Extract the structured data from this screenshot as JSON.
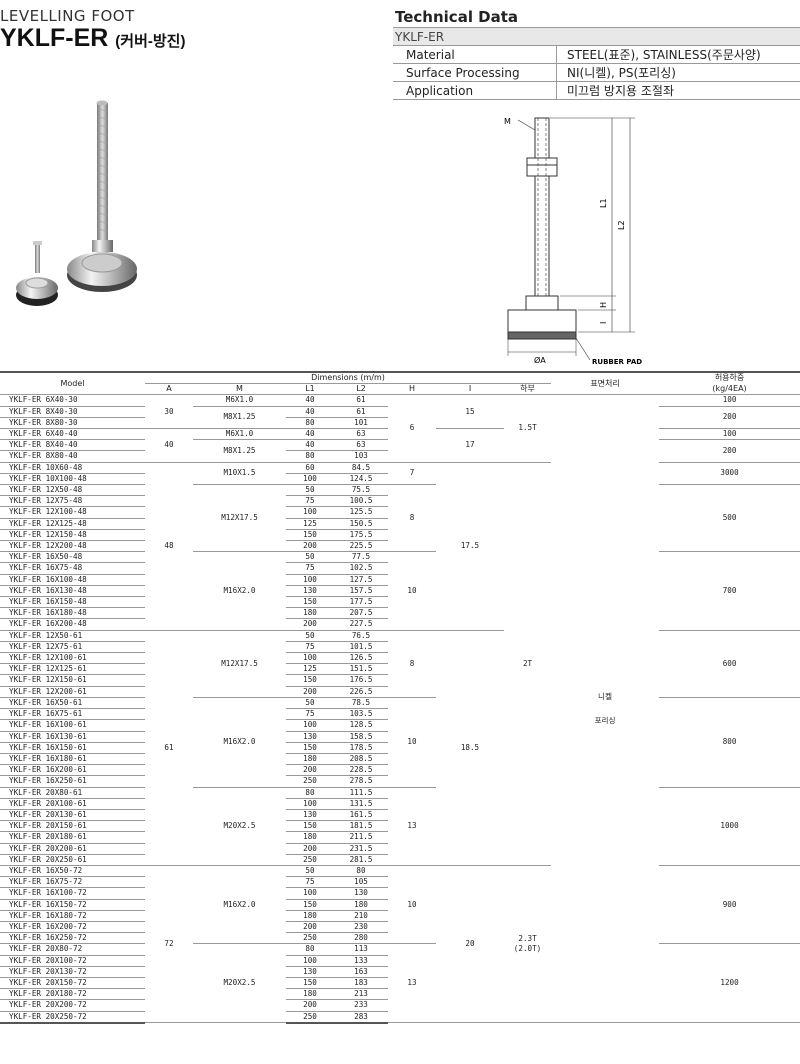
{
  "header": {
    "category": "LEVELLING FOOT",
    "model": "YKLF-ER",
    "subtitle": "(커버-방진)"
  },
  "technical": {
    "title": "Technical Data",
    "series": "YKLF-ER",
    "rows": [
      {
        "key": "Material",
        "value": "STEEL(표준), STAINLESS(주문사양)"
      },
      {
        "key": "Surface Processing",
        "value": "NI(니켈), PS(포리싱)"
      },
      {
        "key": "Application",
        "value": "미끄럼 방지용 조절좌"
      }
    ]
  },
  "drawing": {
    "m": "M",
    "l1": "L1",
    "l2": "L2",
    "h": "H",
    "i": "I",
    "a": "ØA",
    "pad": "RUBBER PAD"
  },
  "table": {
    "model": "Model",
    "dimensions": "Dimensions (m/m)",
    "cols": [
      "A",
      "M",
      "L1",
      "L2",
      "H",
      "I",
      "하부"
    ],
    "surface": "표면처리",
    "load": "허용하중",
    "load_unit": "(kg/4EA)",
    "rows": [
      [
        "YKLF-ER 6X40-30",
        "M6X1.0",
        "40",
        "61"
      ],
      [
        "YKLF-ER 8X40-30",
        "M8X1.25",
        "40",
        "61"
      ],
      [
        "YKLF-ER 8X80-30",
        "",
        "80",
        "101"
      ],
      [
        "YKLF-ER 6X40-40",
        "M6X1.0",
        "40",
        "63"
      ],
      [
        "YKLF-ER 8X40-40",
        "M8X1.25",
        "40",
        "63"
      ],
      [
        "YKLF-ER 8X80-40",
        "",
        "80",
        "103"
      ],
      [
        "YKLF-ER 10X60-48",
        "M10X1.5",
        "60",
        "84.5"
      ],
      [
        "YKLF-ER 10X100-48",
        "",
        "100",
        "124.5"
      ],
      [
        "YKLF-ER 12X50-48",
        "",
        "50",
        "75.5"
      ],
      [
        "YKLF-ER 12X75-48",
        "",
        "75",
        "100.5"
      ],
      [
        "YKLF-ER 12X100-48",
        "M12X17.5",
        "100",
        "125.5"
      ],
      [
        "YKLF-ER 12X125-48",
        "",
        "125",
        "150.5"
      ],
      [
        "YKLF-ER 12X150-48",
        "",
        "150",
        "175.5"
      ],
      [
        "YKLF-ER 12X200-48",
        "",
        "200",
        "225.5"
      ],
      [
        "YKLF-ER 16X50-48",
        "",
        "50",
        "77.5"
      ],
      [
        "YKLF-ER 16X75-48",
        "",
        "75",
        "102.5"
      ],
      [
        "YKLF-ER 16X100-48",
        "",
        "100",
        "127.5"
      ],
      [
        "YKLF-ER 16X130-48",
        "M16X2.0",
        "130",
        "157.5"
      ],
      [
        "YKLF-ER 16X150-48",
        "",
        "150",
        "177.5"
      ],
      [
        "YKLF-ER 16X180-48",
        "",
        "180",
        "207.5"
      ],
      [
        "YKLF-ER 16X200-48",
        "",
        "200",
        "227.5"
      ],
      [
        "YKLF-ER 12X50-61",
        "",
        "50",
        "76.5"
      ],
      [
        "YKLF-ER 12X75-61",
        "",
        "75",
        "101.5"
      ],
      [
        "YKLF-ER 12X100-61",
        "M12X17.5",
        "100",
        "126.5"
      ],
      [
        "YKLF-ER 12X125-61",
        "",
        "125",
        "151.5"
      ],
      [
        "YKLF-ER 12X150-61",
        "",
        "150",
        "176.5"
      ],
      [
        "YKLF-ER 12X200-61",
        "",
        "200",
        "226.5"
      ],
      [
        "YKLF-ER 16X50-61",
        "",
        "50",
        "78.5"
      ],
      [
        "YKLF-ER 16X75-61",
        "",
        "75",
        "103.5"
      ],
      [
        "YKLF-ER 16X100-61",
        "",
        "100",
        "128.5"
      ],
      [
        "YKLF-ER 16X130-61",
        "M16X2.0",
        "130",
        "158.5"
      ],
      [
        "YKLF-ER 16X150-61",
        "",
        "150",
        "178.5"
      ],
      [
        "YKLF-ER 16X180-61",
        "",
        "180",
        "208.5"
      ],
      [
        "YKLF-ER 16X200-61",
        "",
        "200",
        "228.5"
      ],
      [
        "YKLF-ER 16X250-61",
        "",
        "250",
        "278.5"
      ],
      [
        "YKLF-ER 20X80-61",
        "",
        "80",
        "111.5"
      ],
      [
        "YKLF-ER 20X100-61",
        "",
        "100",
        "131.5"
      ],
      [
        "YKLF-ER 20X130-61",
        "",
        "130",
        "161.5"
      ],
      [
        "YKLF-ER 20X150-61",
        "M20X2.5",
        "150",
        "181.5"
      ],
      [
        "YKLF-ER 20X180-61",
        "",
        "180",
        "211.5"
      ],
      [
        "YKLF-ER 20X200-61",
        "",
        "200",
        "231.5"
      ],
      [
        "YKLF-ER 20X250-61",
        "",
        "250",
        "281.5"
      ],
      [
        "YKLF-ER 16X50-72",
        "",
        "50",
        "80"
      ],
      [
        "YKLF-ER 16X75-72",
        "",
        "75",
        "105"
      ],
      [
        "YKLF-ER 16X100-72",
        "",
        "100",
        "130"
      ],
      [
        "YKLF-ER 16X150-72",
        "M16X2.0",
        "150",
        "180"
      ],
      [
        "YKLF-ER 16X180-72",
        "",
        "180",
        "210"
      ],
      [
        "YKLF-ER 16X200-72",
        "",
        "200",
        "230"
      ],
      [
        "YKLF-ER 16X250-72",
        "",
        "250",
        "280"
      ],
      [
        "YKLF-ER 20X80-72",
        "",
        "80",
        "113"
      ],
      [
        "YKLF-ER 20X100-72",
        "",
        "100",
        "133"
      ],
      [
        "YKLF-ER 20X130-72",
        "",
        "130",
        "163"
      ],
      [
        "YKLF-ER 20X150-72",
        "M20X2.5",
        "150",
        "183"
      ],
      [
        "YKLF-ER 20X180-72",
        "",
        "180",
        "213"
      ],
      [
        "YKLF-ER 20X200-72",
        "",
        "200",
        "233"
      ],
      [
        "YKLF-ER 20X250-72",
        "",
        "250",
        "283"
      ]
    ],
    "a_vals": [
      "30",
      "40",
      "48",
      "61",
      "72"
    ],
    "h_vals": [
      "6",
      "7",
      "8",
      "10",
      "8",
      "10",
      "13",
      "10",
      "13"
    ],
    "i_vals": [
      "15",
      "17",
      "17.5",
      "18.5",
      "20"
    ],
    "base_vals": [
      "1.5T",
      "2T",
      "2.3T",
      "(2.0T)"
    ],
    "surface_vals": [
      "니켈",
      "포리싱"
    ],
    "load_vals": [
      "100",
      "200",
      "100",
      "200",
      "3000",
      "500",
      "700",
      "600",
      "800",
      "1000",
      "900",
      "1200"
    ]
  }
}
